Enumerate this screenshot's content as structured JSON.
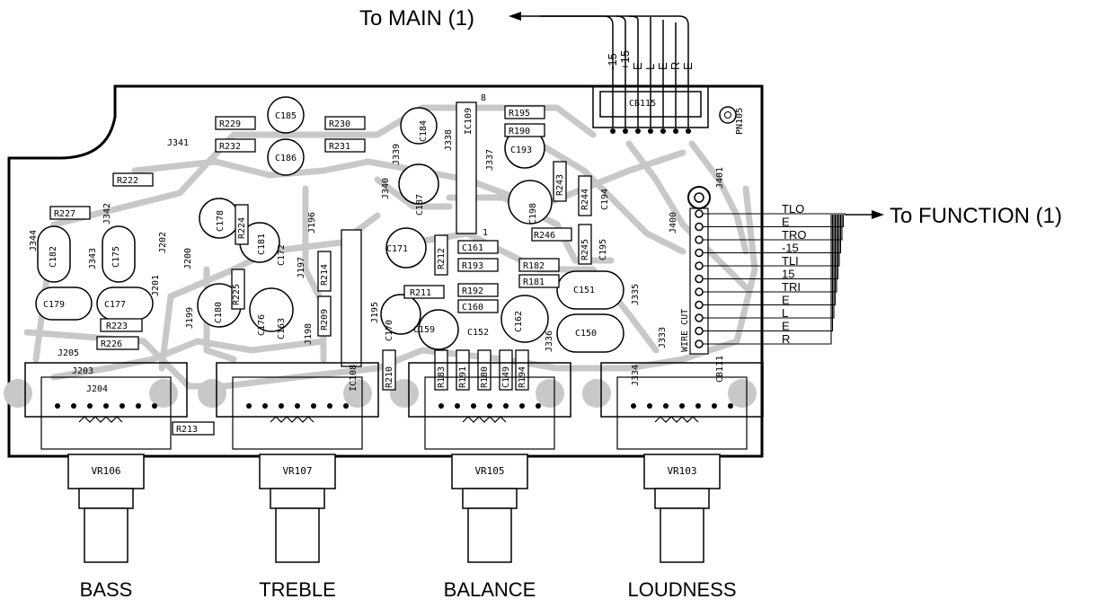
{
  "headings": {
    "to_main": "To MAIN (1)",
    "to_function": "To FUNCTION (1)"
  },
  "main_connector": {
    "pins": [
      "-15",
      "+15",
      "E",
      "L",
      "E",
      "R",
      "E"
    ],
    "ref": "CB115"
  },
  "function_connector": {
    "pins": [
      "TLO",
      "E",
      "TRO",
      "-15",
      "TLI",
      "15",
      "TRI",
      "E",
      "L",
      "E",
      "R"
    ],
    "ref": "CB111",
    "wire_cut": "WIRE CUT"
  },
  "pin_marker": "PN105",
  "pots": [
    {
      "ref": "VR106",
      "name": "BASS"
    },
    {
      "ref": "VR107",
      "name": "TREBLE"
    },
    {
      "ref": "VR105",
      "name": "BALANCE"
    },
    {
      "ref": "VR103",
      "name": "LOUDNESS"
    }
  ],
  "ic_refs": {
    "ic109": "IC109",
    "ic108": "IC108",
    "pin8": "8",
    "pin1": "1"
  },
  "parts": [
    "R229",
    "C185",
    "R230",
    "R232",
    "C186",
    "R231",
    "J341",
    "R222",
    "R227",
    "J342",
    "J344",
    "C182",
    "J343",
    "C175",
    "C178",
    "R224",
    "C181",
    "C172",
    "J200",
    "J202",
    "J201",
    "C179",
    "C177",
    "R223",
    "R226",
    "J205",
    "J203",
    "J204",
    "C180",
    "R225",
    "C176",
    "C163",
    "J199",
    "J196",
    "J197",
    "R214",
    "R209",
    "J198",
    "R213",
    "J339",
    "C184",
    "C187",
    "J340",
    "J338",
    "R195",
    "R190",
    "C193",
    "J337",
    "R243",
    "C198",
    "R244",
    "C194",
    "R245",
    "C195",
    "R246",
    "C171",
    "R212",
    "C161",
    "R193",
    "R182",
    "R181",
    "C151",
    "J195",
    "R211",
    "R192",
    "C160",
    "C170",
    "C159",
    "C152",
    "C162",
    "J336",
    "C150",
    "J335",
    "J333",
    "J334",
    "R210",
    "R183",
    "R191",
    "R180",
    "C149",
    "R194",
    "J400",
    "J401"
  ]
}
